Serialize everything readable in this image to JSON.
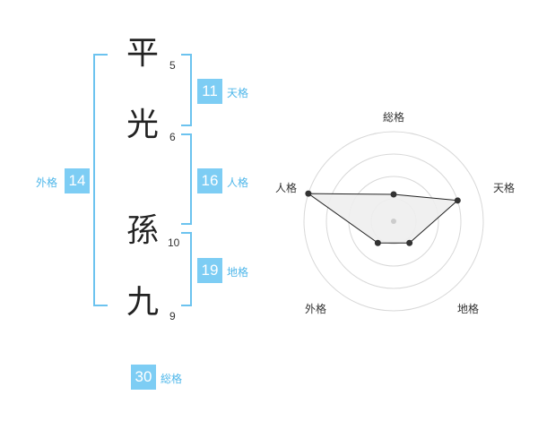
{
  "characters": [
    {
      "char": "平",
      "strokes": "5"
    },
    {
      "char": "光",
      "strokes": "6"
    },
    {
      "char": "孫",
      "strokes": "10"
    },
    {
      "char": "九",
      "strokes": "9"
    }
  ],
  "fortunes": {
    "tenkaku": {
      "value": "11",
      "label": "天格"
    },
    "jinkaku": {
      "value": "16",
      "label": "人格"
    },
    "chikaku": {
      "value": "19",
      "label": "地格"
    },
    "gaikaku": {
      "value": "14",
      "label": "外格"
    },
    "soukaku": {
      "value": "30",
      "label": "総格"
    }
  },
  "colors": {
    "accent": "#7dcdf4",
    "bracket": "#6cc3ef",
    "label": "#4fb7ea"
  },
  "chart_data": {
    "type": "radar",
    "axes": [
      "総格",
      "天格",
      "地格",
      "外格",
      "人格"
    ],
    "values": [
      1.2,
      3.0,
      1.2,
      1.2,
      4.0
    ],
    "max": 4,
    "rings": 4
  }
}
